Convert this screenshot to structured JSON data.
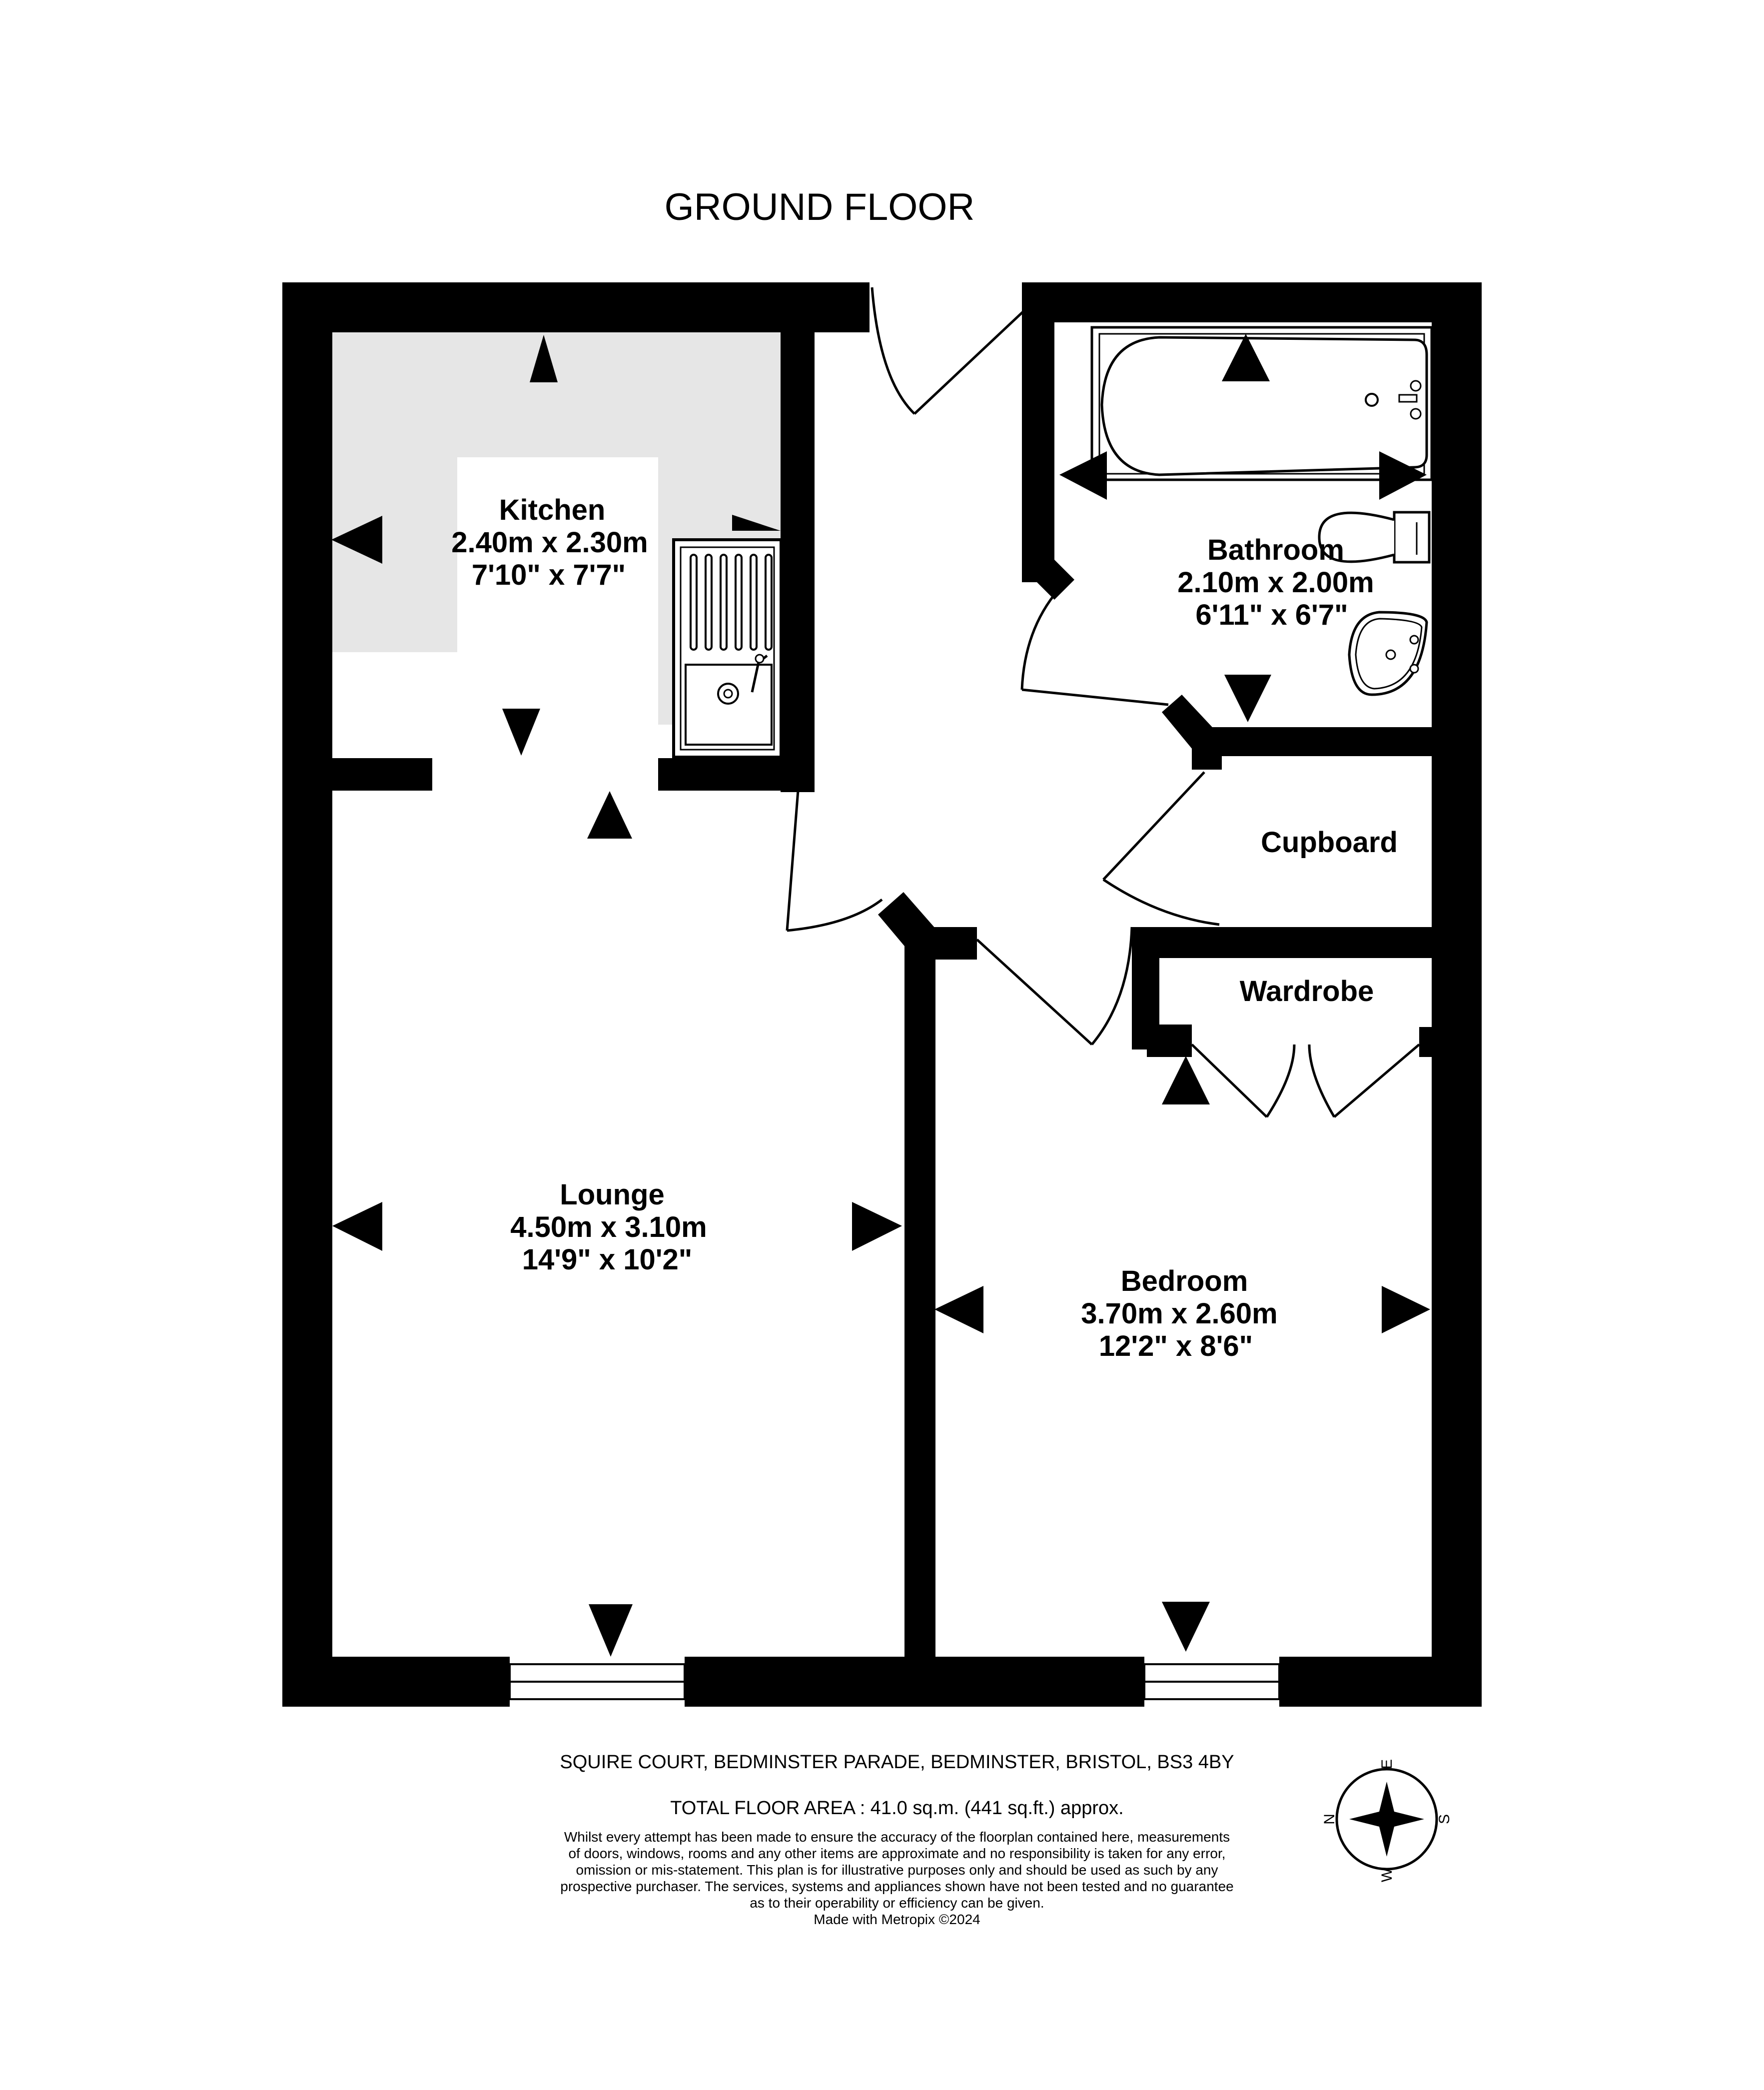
{
  "floor_title": "GROUND FLOOR",
  "rooms": {
    "kitchen": {
      "name": "Kitchen",
      "metric": "2.40m  x 2.30m",
      "imperial": "7'10\"  x 7'7\""
    },
    "bathroom": {
      "name": "Bathroom",
      "metric": "2.10m  x 2.00m",
      "imperial": "6'11\"  x 6'7\""
    },
    "cupboard": {
      "name": "Cupboard"
    },
    "wardrobe": {
      "name": "Wardrobe"
    },
    "lounge": {
      "name": "Lounge",
      "metric": "4.50m  x 3.10m",
      "imperial": "14'9\"  x 10'2\""
    },
    "bedroom": {
      "name": "Bedroom",
      "metric": "3.70m  x 2.60m",
      "imperial": "12'2\"  x 8'6\""
    }
  },
  "footer": {
    "address": "SQUIRE COURT, BEDMINSTER PARADE, BEDMINSTER, BRISTOL, BS3 4BY",
    "area": "TOTAL FLOOR AREA : 41.0 sq.m. (441 sq.ft.) approx.",
    "disclaimer": [
      "Whilst every attempt has been made to ensure the accuracy of the floorplan contained here, measurements",
      "of doors, windows, rooms and any other items are approximate and no responsibility is taken for any error,",
      "omission or mis-statement. This plan is for illustrative purposes only and should be used as such by any",
      "prospective purchaser. The services, systems and appliances shown have not been tested and no guarantee",
      "as to their operability or efficiency can be given."
    ],
    "credit": "Made with Metropix ©2024"
  },
  "compass": {
    "n": "N",
    "e": "E",
    "s": "S",
    "w": "W"
  },
  "colors": {
    "wall": "#000000",
    "kitchen_floor": "#e6e6e6",
    "background": "#ffffff"
  },
  "icons": [
    "dimension-arrow-icon",
    "bath-icon",
    "toilet-icon",
    "basin-icon",
    "sink-icon",
    "compass-icon"
  ]
}
